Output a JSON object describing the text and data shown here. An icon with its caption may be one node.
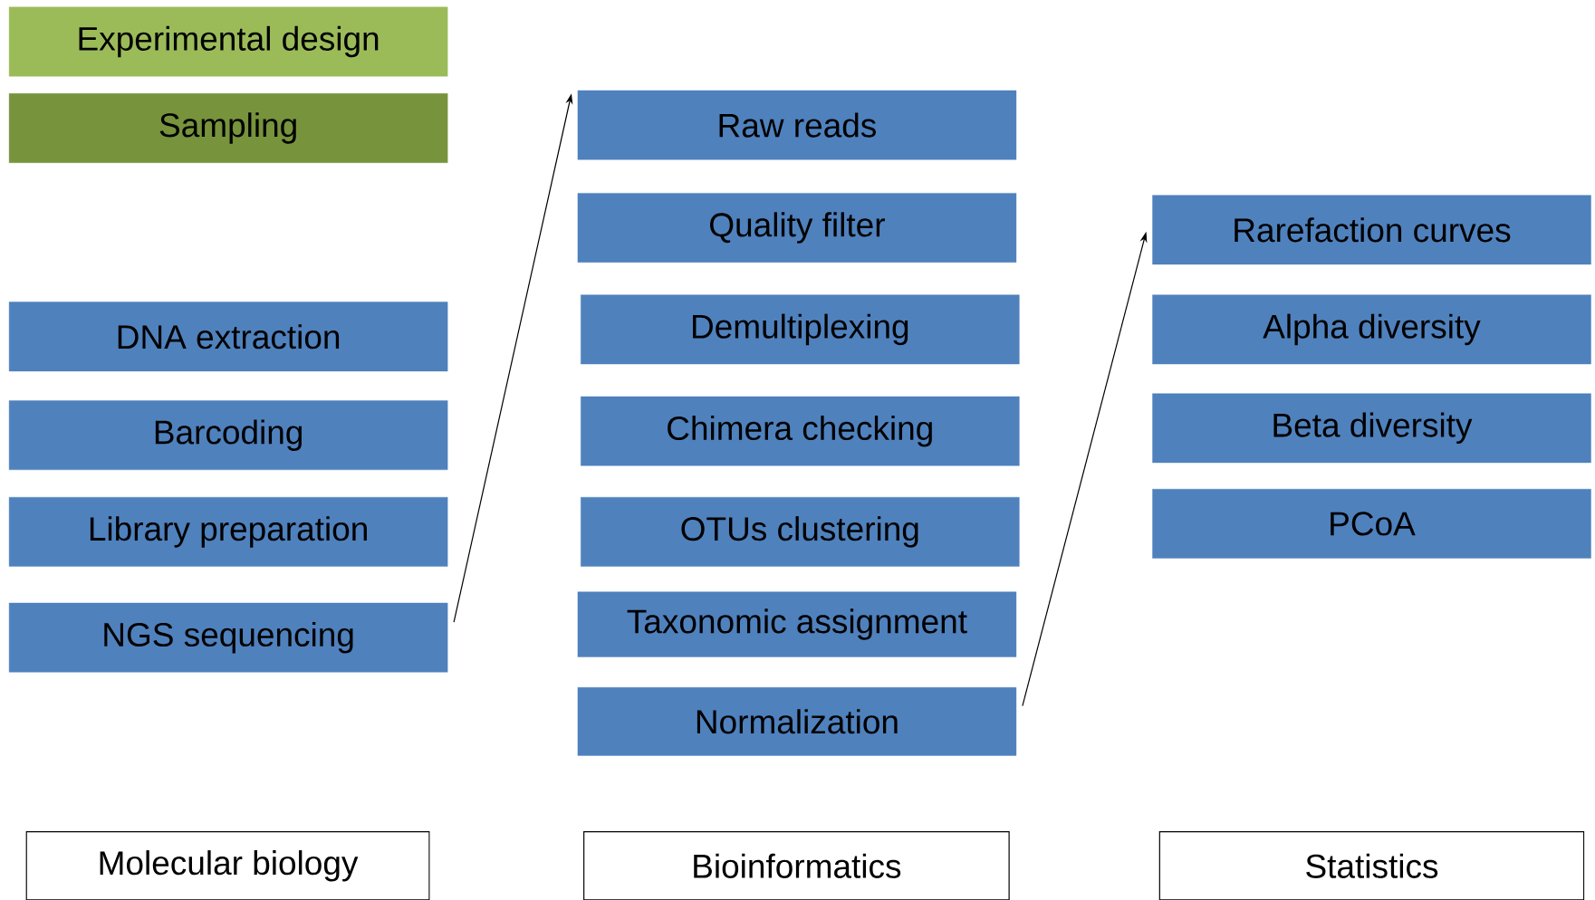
{
  "diagram": {
    "nodes": [
      {
        "text": [
          "Experimental design"
        ]
      },
      {
        "text": [
          "Sampling"
        ]
      },
      {
        "text": [
          "DNA extraction"
        ]
      },
      {
        "text": [
          "Barcoding"
        ]
      },
      {
        "text": [
          "Library preparation"
        ]
      },
      {
        "text": [
          "NGS sequencing"
        ]
      },
      {
        "text": [
          "Raw reads"
        ]
      },
      {
        "text": [
          "Quality filter"
        ]
      },
      {
        "text": [
          "Demultiplexing"
        ]
      },
      {
        "text": [
          "Chimera checking"
        ]
      },
      {
        "text": [
          "OTUs clustering"
        ]
      },
      {
        "text": [
          "Taxonomic assignment"
        ]
      },
      {
        "text": [
          "Normalization"
        ]
      },
      {
        "text": [
          "Rarefaction curves"
        ]
      },
      {
        "text": [
          "Alpha diversity"
        ]
      },
      {
        "text": [
          "Beta diversity"
        ]
      },
      {
        "text": [
          "PCoA"
        ]
      },
      {
        "text": [
          "Molecular biology"
        ]
      },
      {
        "text": [
          "Bioinformatics"
        ]
      },
      {
        "text": [
          "Statistics"
        ]
      }
    ],
    "edges": [
      {
        "from": 5,
        "to": 6,
        "arrow": "to"
      },
      {
        "from": 12,
        "to": 13,
        "arrow": "to"
      }
    ]
  }
}
